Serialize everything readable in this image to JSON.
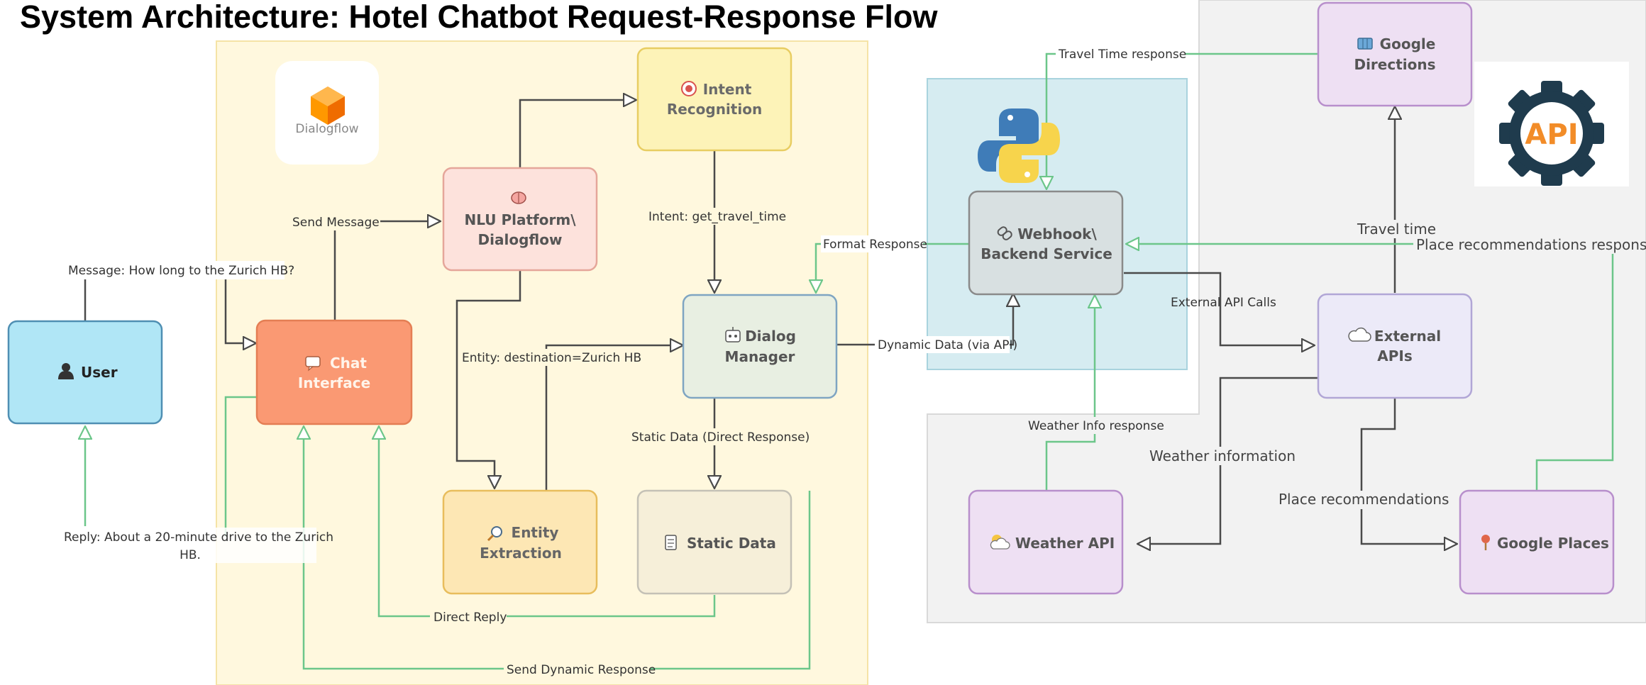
{
  "title": "System Architecture: Hotel Chatbot Request-Response Flow",
  "colors": {
    "request_edge": "#4a4a4a",
    "response_edge": "#6cc68a",
    "dialogflow_zone": "#fff8de",
    "backend_zone": "#d6ecf1",
    "external_zone": "#f2f2f2"
  },
  "logos": {
    "dialogflow": "Dialogflow",
    "python": "python-logo",
    "api": "API"
  },
  "nodes": {
    "user": "User",
    "chat_interface": [
      "Chat",
      "Interface"
    ],
    "nlu_platform": [
      "NLU Platform\\",
      "Dialogflow"
    ],
    "intent_recognition": [
      "Intent",
      "Recognition"
    ],
    "dialog_manager": [
      "Dialog",
      "Manager"
    ],
    "entity_extraction": [
      "Entity",
      "Extraction"
    ],
    "static_data": "Static Data",
    "webhook": [
      "Webhook\\",
      "Backend Service"
    ],
    "external_apis": [
      "External",
      "APIs"
    ],
    "google_directions": [
      "Google",
      "Directions"
    ],
    "weather_api": "Weather API",
    "google_places": "Google Places"
  },
  "edges": {
    "message": "Message: How long to the Zurich HB?",
    "send_message": "Send Message",
    "intent": "Intent: get_travel_time",
    "entity": "Entity: destination=Zurich HB",
    "static_data_direct": "Static Data (Direct Response)",
    "direct_reply": "Direct Reply",
    "send_dynamic_response": "Send Dynamic Response",
    "reply": [
      "Reply: About a 20-minute drive to the Zurich",
      "HB."
    ],
    "format_response": "Format Response",
    "dynamic_data": "Dynamic Data (via API)",
    "external_api_calls": "External API Calls",
    "travel_time_response": "Travel Time response",
    "travel_time": "Travel time",
    "place_recommendations_response": "Place recommendations response",
    "weather_info_response": "Weather Info response",
    "weather_information": "Weather information",
    "place_recommendations": "Place recommendations"
  }
}
